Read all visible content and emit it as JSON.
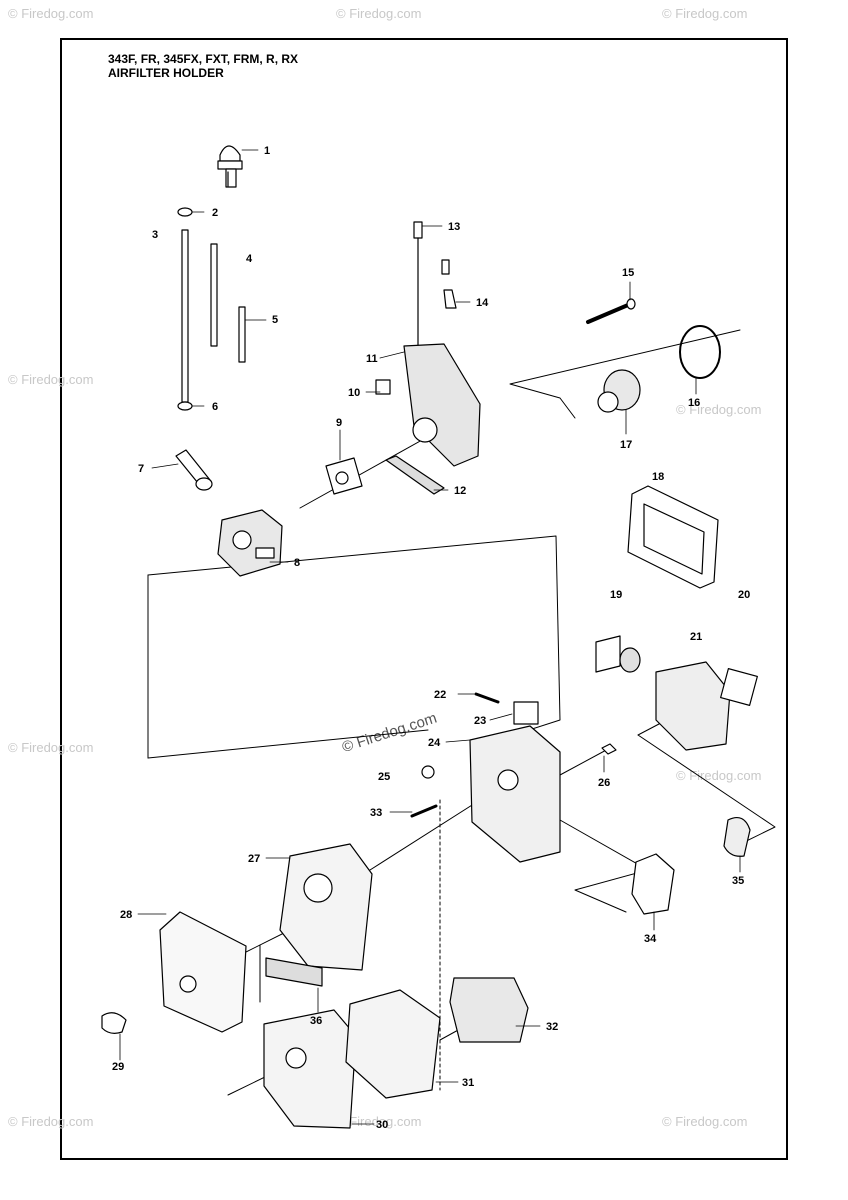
{
  "header": {
    "models": "343F, FR, 345FX, FXT, FRM, R, RX",
    "section": "AIRFILTER HOLDER"
  },
  "watermark": {
    "text": "© Firedog.com",
    "center_text": "© Firedog.com"
  },
  "colors": {
    "line": "#000000",
    "watermark": "#c8c8c8",
    "part_shade": "#d9d9d9"
  },
  "callouts": [
    "1",
    "2",
    "3",
    "4",
    "5",
    "6",
    "7",
    "8",
    "9",
    "10",
    "11",
    "12",
    "13",
    "14",
    "15",
    "16",
    "17",
    "18",
    "19",
    "20",
    "21",
    "22",
    "23",
    "24",
    "25",
    "26",
    "27",
    "28",
    "29",
    "30",
    "31",
    "32",
    "33",
    "34",
    "35",
    "36"
  ]
}
